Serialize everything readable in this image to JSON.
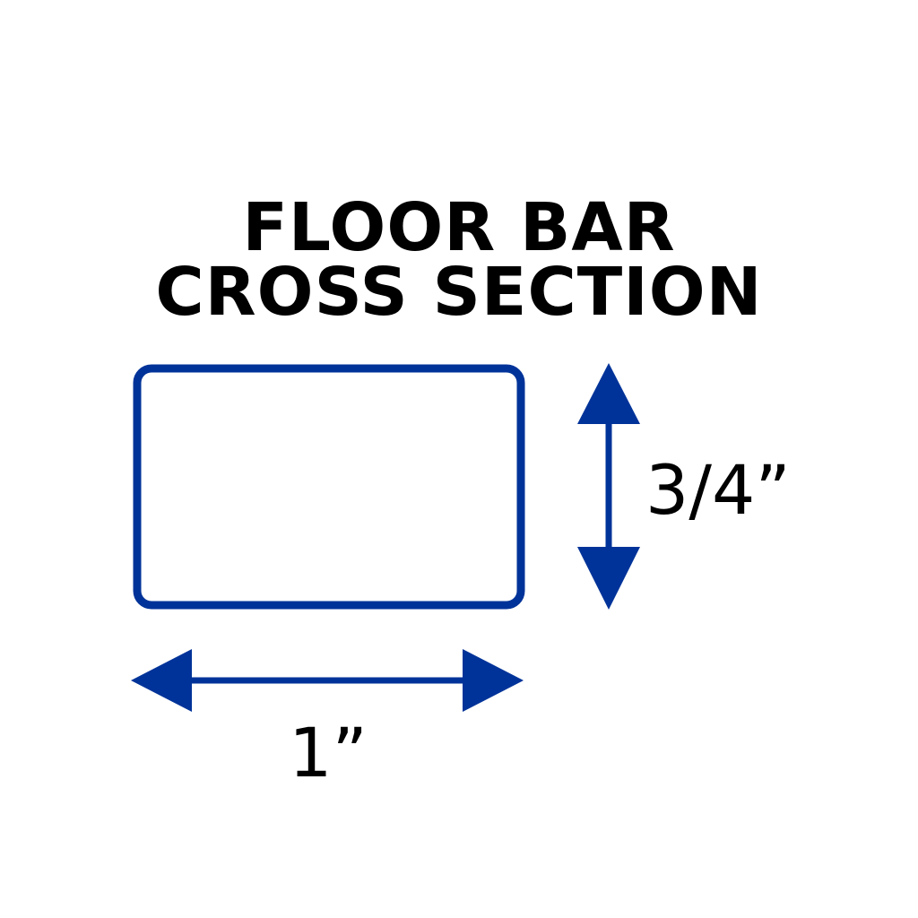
{
  "title": {
    "line1": "FLOOR BAR",
    "line2": "CROSS SECTION"
  },
  "dimensions": {
    "height_label": "3/4”",
    "width_label": "1”"
  },
  "colors": {
    "accent": "#003399",
    "text": "#000000",
    "background": "#ffffff"
  }
}
